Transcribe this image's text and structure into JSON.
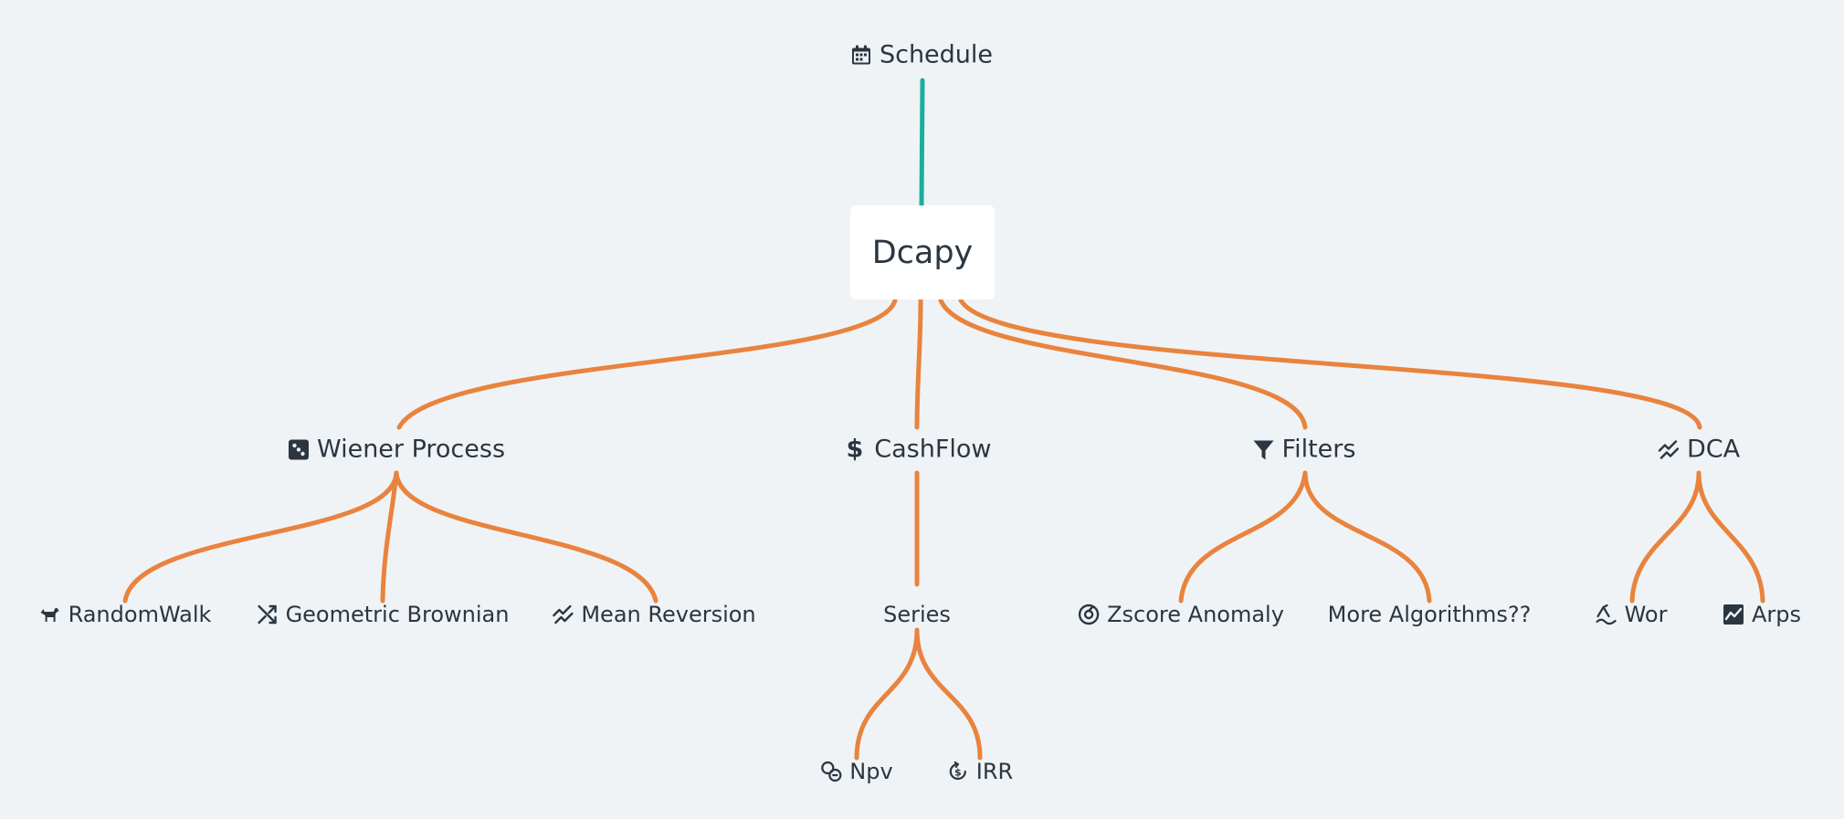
{
  "parent": {
    "label": "Schedule",
    "icon": "calendar-icon"
  },
  "root": {
    "label": "Dcapy"
  },
  "branches": [
    {
      "label": "Wiener Process",
      "icon": "dice-icon",
      "children": [
        {
          "label": "RandomWalk",
          "icon": "dog-icon"
        },
        {
          "label": "Geometric Brownian",
          "icon": "shuffle-icon"
        },
        {
          "label": "Mean Reversion",
          "icon": "trend-icon"
        }
      ]
    },
    {
      "label": "CashFlow",
      "icon": "dollar-icon",
      "children": [
        {
          "label": "Series",
          "icon": "",
          "children": [
            {
              "label": "Npv",
              "icon": "coins-icon"
            },
            {
              "label": "IRR",
              "icon": "refresh-dollar-icon"
            }
          ]
        }
      ]
    },
    {
      "label": "Filters",
      "icon": "filter-icon",
      "children": [
        {
          "label": "Zscore Anomaly",
          "icon": "target-icon"
        },
        {
          "label": "More Algorithms??",
          "icon": ""
        }
      ]
    },
    {
      "label": "DCA",
      "icon": "trend-icon",
      "children": [
        {
          "label": "Wor",
          "icon": "water-icon"
        },
        {
          "label": "Arps",
          "icon": "chart-icon"
        }
      ]
    }
  ],
  "colors": {
    "background": "#eff3f6",
    "edge": "#e9833d",
    "parent_edge": "#1aae9f",
    "text": "#2b3640"
  }
}
